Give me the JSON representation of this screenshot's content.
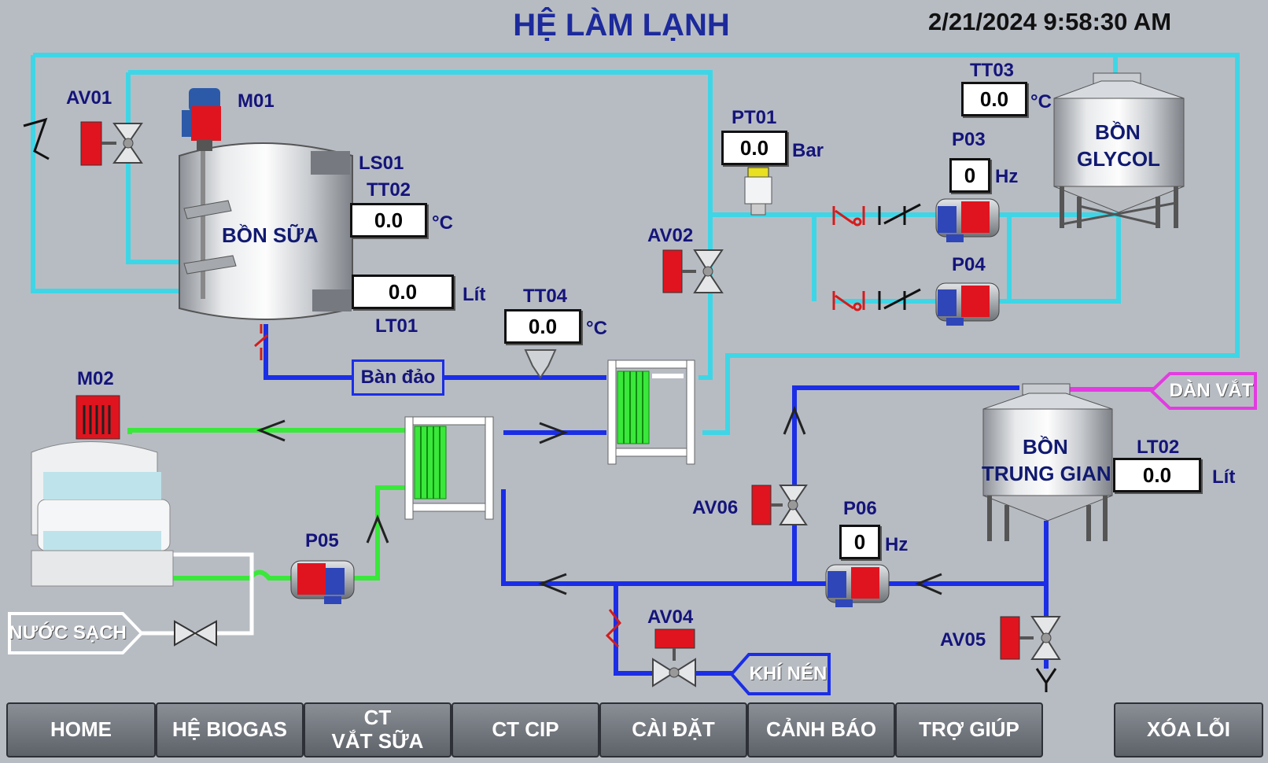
{
  "header": {
    "title": "HỆ LÀM LẠNH",
    "datetime": "2/21/2024 9:58:30 AM"
  },
  "tanks": {
    "milk": "BỒN SỮA",
    "glycol_line1": "BỒN",
    "glycol_line2": "GLYCOL",
    "inter_line1": "BỒN",
    "inter_line2": "TRUNG GIAN"
  },
  "equipment": {
    "av01": "AV01",
    "av02": "AV02",
    "av04": "AV04",
    "av05": "AV05",
    "av06": "AV06",
    "m01": "M01",
    "m02": "M02",
    "p03": "P03",
    "p04": "P04",
    "p05": "P05",
    "p06": "P06",
    "ls01": "LS01"
  },
  "sensors": {
    "tt02": {
      "tag": "TT02",
      "value": "0.0",
      "unit": "°C"
    },
    "lt01": {
      "tag": "LT01",
      "value": "0.0",
      "unit": "Lít"
    },
    "tt04": {
      "tag": "TT04",
      "value": "0.0",
      "unit": "°C"
    },
    "pt01": {
      "tag": "PT01",
      "value": "0.0",
      "unit": "Bar"
    },
    "tt03": {
      "tag": "TT03",
      "value": "0.0",
      "unit": "°C"
    },
    "p03_freq": {
      "value": "0",
      "unit": "Hz"
    },
    "p06_freq": {
      "value": "0",
      "unit": "Hz"
    },
    "lt02": {
      "tag": "LT02",
      "value": "0.0",
      "unit": "Lít"
    }
  },
  "flags": {
    "ban_dao": "Bàn đảo",
    "dan_vat": "DÀN VẮT",
    "nuoc_sach": "NƯỚC SẠCH",
    "khi_nen": "KHÍ NÉN"
  },
  "nav": {
    "home": "HOME",
    "biogas": "HỆ BIOGAS",
    "ct_line1": "CT",
    "ct_line2": "VẮT SỮA",
    "ct_cip": "CT CIP",
    "settings": "CÀI ĐẶT",
    "alarm": "CẢNH BÁO",
    "help": "TRỢ GIÚP",
    "clear": "XÓA LỖI"
  },
  "colors": {
    "background": "#b7bcc3",
    "glycol_line": "#3ed6e6",
    "milk_line": "#1b2ee6",
    "water_line": "#39e83a",
    "air_line": "#1b2ee6",
    "vat_line": "#e23ce0",
    "actuator": "#e0141e",
    "label": "#14147a"
  }
}
